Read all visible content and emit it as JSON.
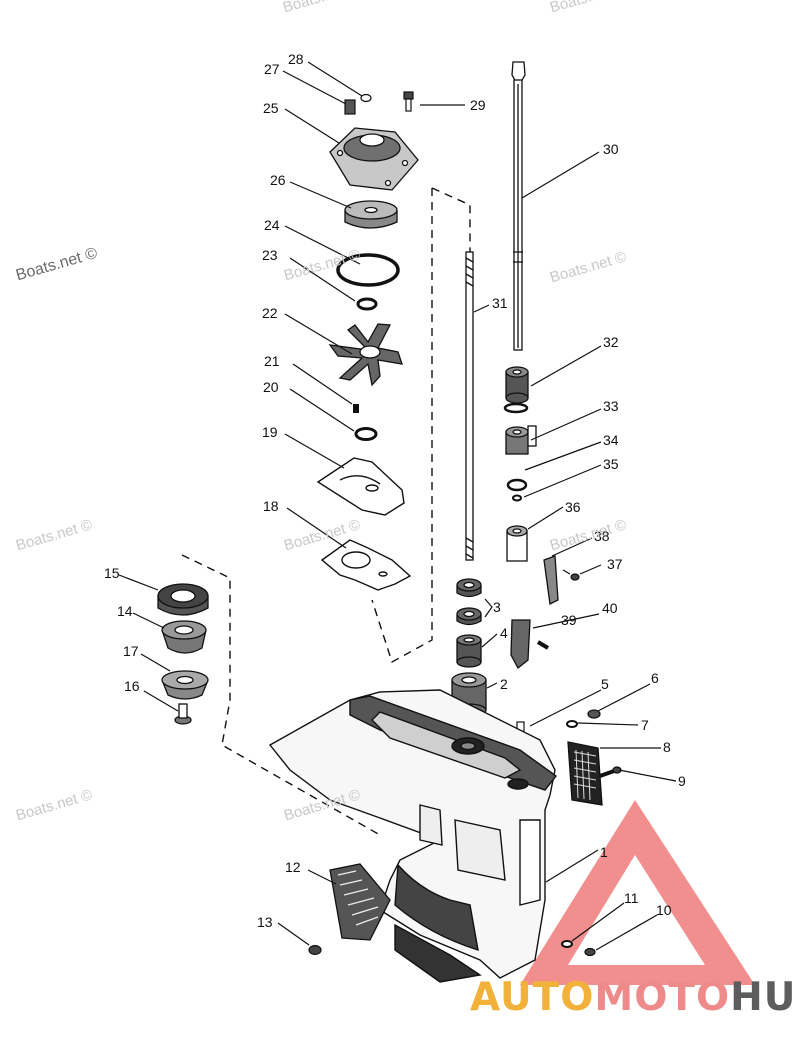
{
  "watermark": {
    "text": "Boats.net ©",
    "brand": {
      "part1": "AUTO",
      "part2": "MOTO",
      "part3": "HUB"
    }
  },
  "colors": {
    "line": "#111111",
    "logo_triangle": "#ef7b7b",
    "brand_auto": "#f2b13b",
    "brand_moto": "#ef8a8a",
    "brand_hub": "#5d5d5d"
  },
  "diagram": {
    "title": "",
    "callouts": [
      "1",
      "2",
      "3",
      "4",
      "5",
      "6",
      "7",
      "8",
      "9",
      "10",
      "11",
      "12",
      "13",
      "14",
      "15",
      "16",
      "17",
      "18",
      "19",
      "20",
      "21",
      "22",
      "23",
      "24",
      "25",
      "26",
      "27",
      "28",
      "29",
      "30",
      "31",
      "32",
      "33",
      "34",
      "35",
      "36",
      "37",
      "38",
      "39",
      "40"
    ]
  }
}
